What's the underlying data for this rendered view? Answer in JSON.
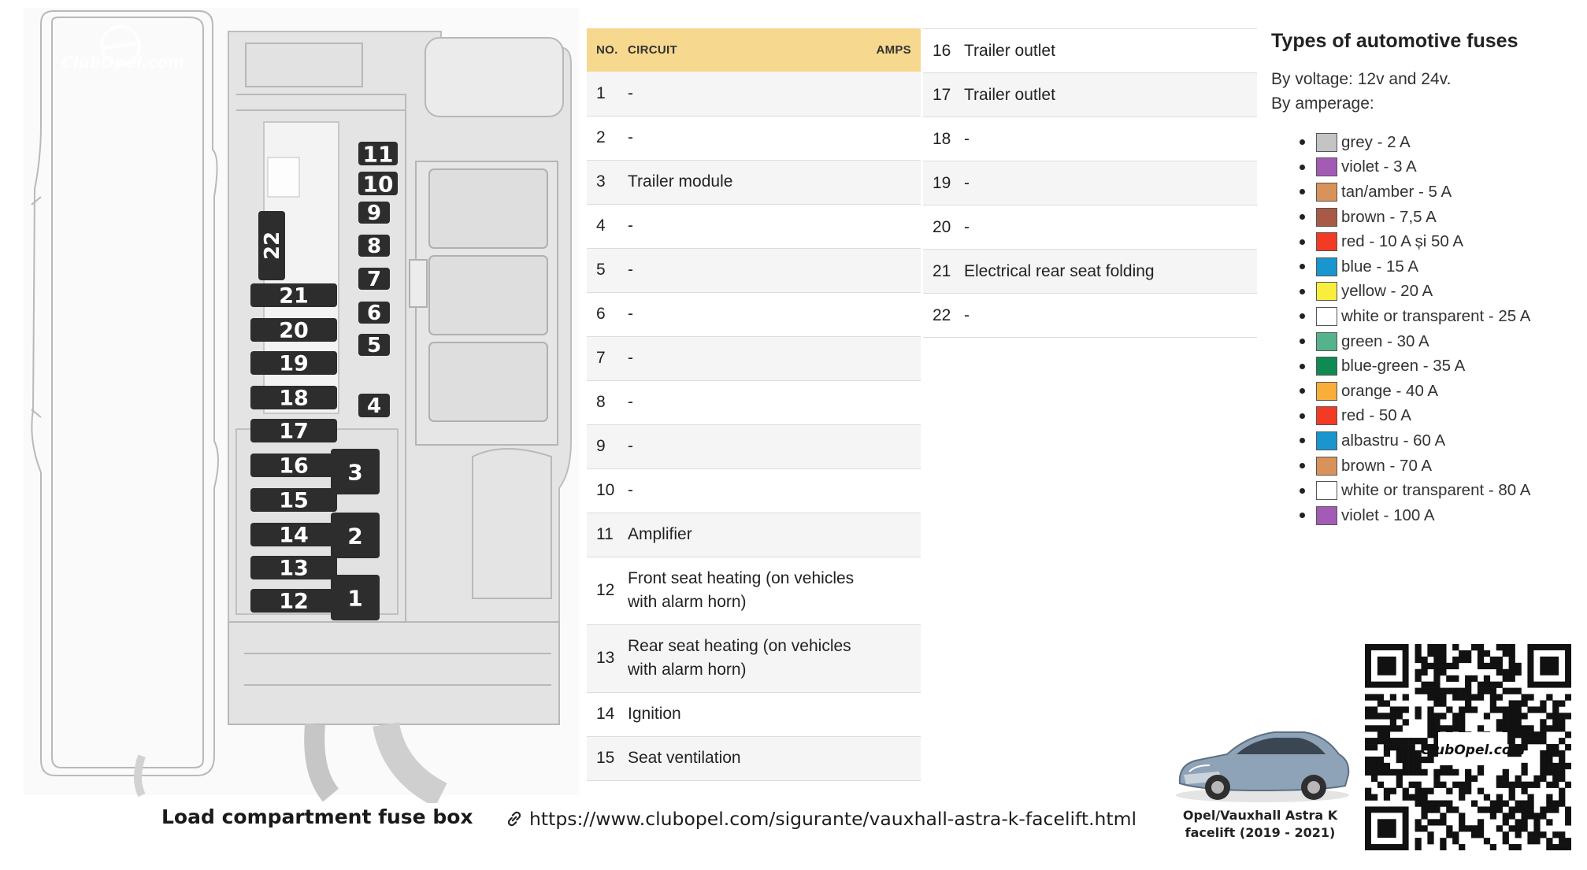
{
  "diagram": {
    "watermark": "ClubOpel.com",
    "caption": "Load compartment fuse box",
    "fuses": [
      {
        "label": "11"
      },
      {
        "label": "10"
      },
      {
        "label": "9"
      },
      {
        "label": "8"
      },
      {
        "label": "7"
      },
      {
        "label": "6"
      },
      {
        "label": "5"
      },
      {
        "label": "4"
      },
      {
        "label": "3"
      },
      {
        "label": "2"
      },
      {
        "label": "1"
      },
      {
        "label": "22"
      },
      {
        "label": "21"
      },
      {
        "label": "20"
      },
      {
        "label": "19"
      },
      {
        "label": "18"
      },
      {
        "label": "17"
      },
      {
        "label": "16"
      },
      {
        "label": "15"
      },
      {
        "label": "14"
      },
      {
        "label": "13"
      },
      {
        "label": "12"
      }
    ]
  },
  "table": {
    "headers": {
      "no": "NO.",
      "circuit": "CIRCUIT",
      "amps": "AMPS"
    },
    "rows_left": [
      {
        "no": "1",
        "circuit": "-"
      },
      {
        "no": "2",
        "circuit": "-"
      },
      {
        "no": "3",
        "circuit": "Trailer module"
      },
      {
        "no": "4",
        "circuit": "-"
      },
      {
        "no": "5",
        "circuit": "-"
      },
      {
        "no": "6",
        "circuit": "-"
      },
      {
        "no": "7",
        "circuit": "-"
      },
      {
        "no": "8",
        "circuit": "-"
      },
      {
        "no": "9",
        "circuit": "-"
      },
      {
        "no": "10",
        "circuit": "-"
      },
      {
        "no": "11",
        "circuit": "Amplifier"
      },
      {
        "no": "12",
        "circuit": "Front seat heating (on vehicles with alarm horn)"
      },
      {
        "no": "13",
        "circuit": "Rear seat heating (on vehicles with alarm horn)"
      },
      {
        "no": "14",
        "circuit": "Ignition"
      },
      {
        "no": "15",
        "circuit": "Seat ventilation"
      }
    ],
    "rows_right": [
      {
        "no": "16",
        "circuit": "Trailer outlet"
      },
      {
        "no": "17",
        "circuit": "Trailer outlet"
      },
      {
        "no": "18",
        "circuit": "-"
      },
      {
        "no": "19",
        "circuit": "-"
      },
      {
        "no": "20",
        "circuit": "-"
      },
      {
        "no": "21",
        "circuit": "Electrical rear seat folding"
      },
      {
        "no": "22",
        "circuit": "-"
      }
    ]
  },
  "legend": {
    "title": "Types of automotive fuses",
    "voltage_line": "By voltage: 12v and 24v.",
    "amperage_line": "By amperage:",
    "items": [
      {
        "label": "grey - 2 A",
        "color": "#c4c4c4"
      },
      {
        "label": "violet - 3 A",
        "color": "#a35bb6"
      },
      {
        "label": "tan/amber - 5 A",
        "color": "#d9935a"
      },
      {
        "label": "brown - 7,5 A",
        "color": "#a85a46"
      },
      {
        "label": "red - 10 A și 50 A",
        "color": "#f33a24"
      },
      {
        "label": "blue - 15 A",
        "color": "#1a96cf"
      },
      {
        "label": "yellow - 20 A",
        "color": "#f8ee3e"
      },
      {
        "label": "white or transparent - 25 A",
        "color": "#ffffff"
      },
      {
        "label": "green - 30 A",
        "color": "#55b38b"
      },
      {
        "label": "blue-green - 35 A",
        "color": "#0f8a52"
      },
      {
        "label": "orange - 40 A",
        "color": "#f9ae3b"
      },
      {
        "label": "red - 50 A",
        "color": "#f33a24"
      },
      {
        "label": "albastru - 60 A",
        "color": "#1a96cf"
      },
      {
        "label": "brown - 70 A",
        "color": "#d9935a"
      },
      {
        "label": "white or transparent - 80 A",
        "color": "#ffffff"
      },
      {
        "label": "violet - 100 A",
        "color": "#a35bb6"
      }
    ]
  },
  "link": {
    "icon": "link-icon",
    "url": "https://www.clubopel.com/sigurante/vauxhall-astra-k-facelift.html"
  },
  "vehicle": {
    "caption_line1": "Opel/Vauxhall Astra K",
    "caption_line2": "facelift (2019 - 2021)"
  },
  "qr": {
    "label": "ClubOpel.com"
  }
}
